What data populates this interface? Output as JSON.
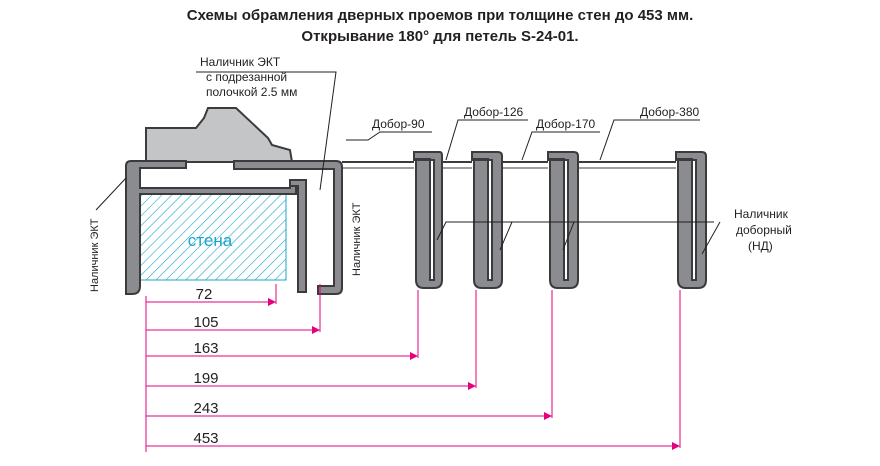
{
  "title": {
    "line1": "Схемы обрамления дверных проемов при толщине стен до 453 мм.",
    "line2": "Открывание 180° для петель S-24-01."
  },
  "labels": {
    "nalichnik_ekt": "Наличник ЭКТ",
    "podrez_1": "Наличник ЭКТ",
    "podrez_2": "с подрезанной",
    "podrez_3": "полочкой 2.5 мм",
    "dobor_90": "Добор-90",
    "dobor_126": "Добор-126",
    "dobor_170": "Добор-170",
    "dobor_380": "Добор-380",
    "nd_1": "Наличник",
    "nd_2": "доборный",
    "nd_3": "(НД)",
    "wall": "стена",
    "left_vertical": "Наличник ЭКТ",
    "right_vertical": "Наличник ЭКТ"
  },
  "dimensions": [
    "72",
    "105",
    "163",
    "199",
    "243",
    "453"
  ],
  "colors": {
    "accent": "#e6007e",
    "wall_hatch": "#1ba7c9",
    "profile": "#8a8c8f",
    "frame": "#c4c5c7"
  }
}
